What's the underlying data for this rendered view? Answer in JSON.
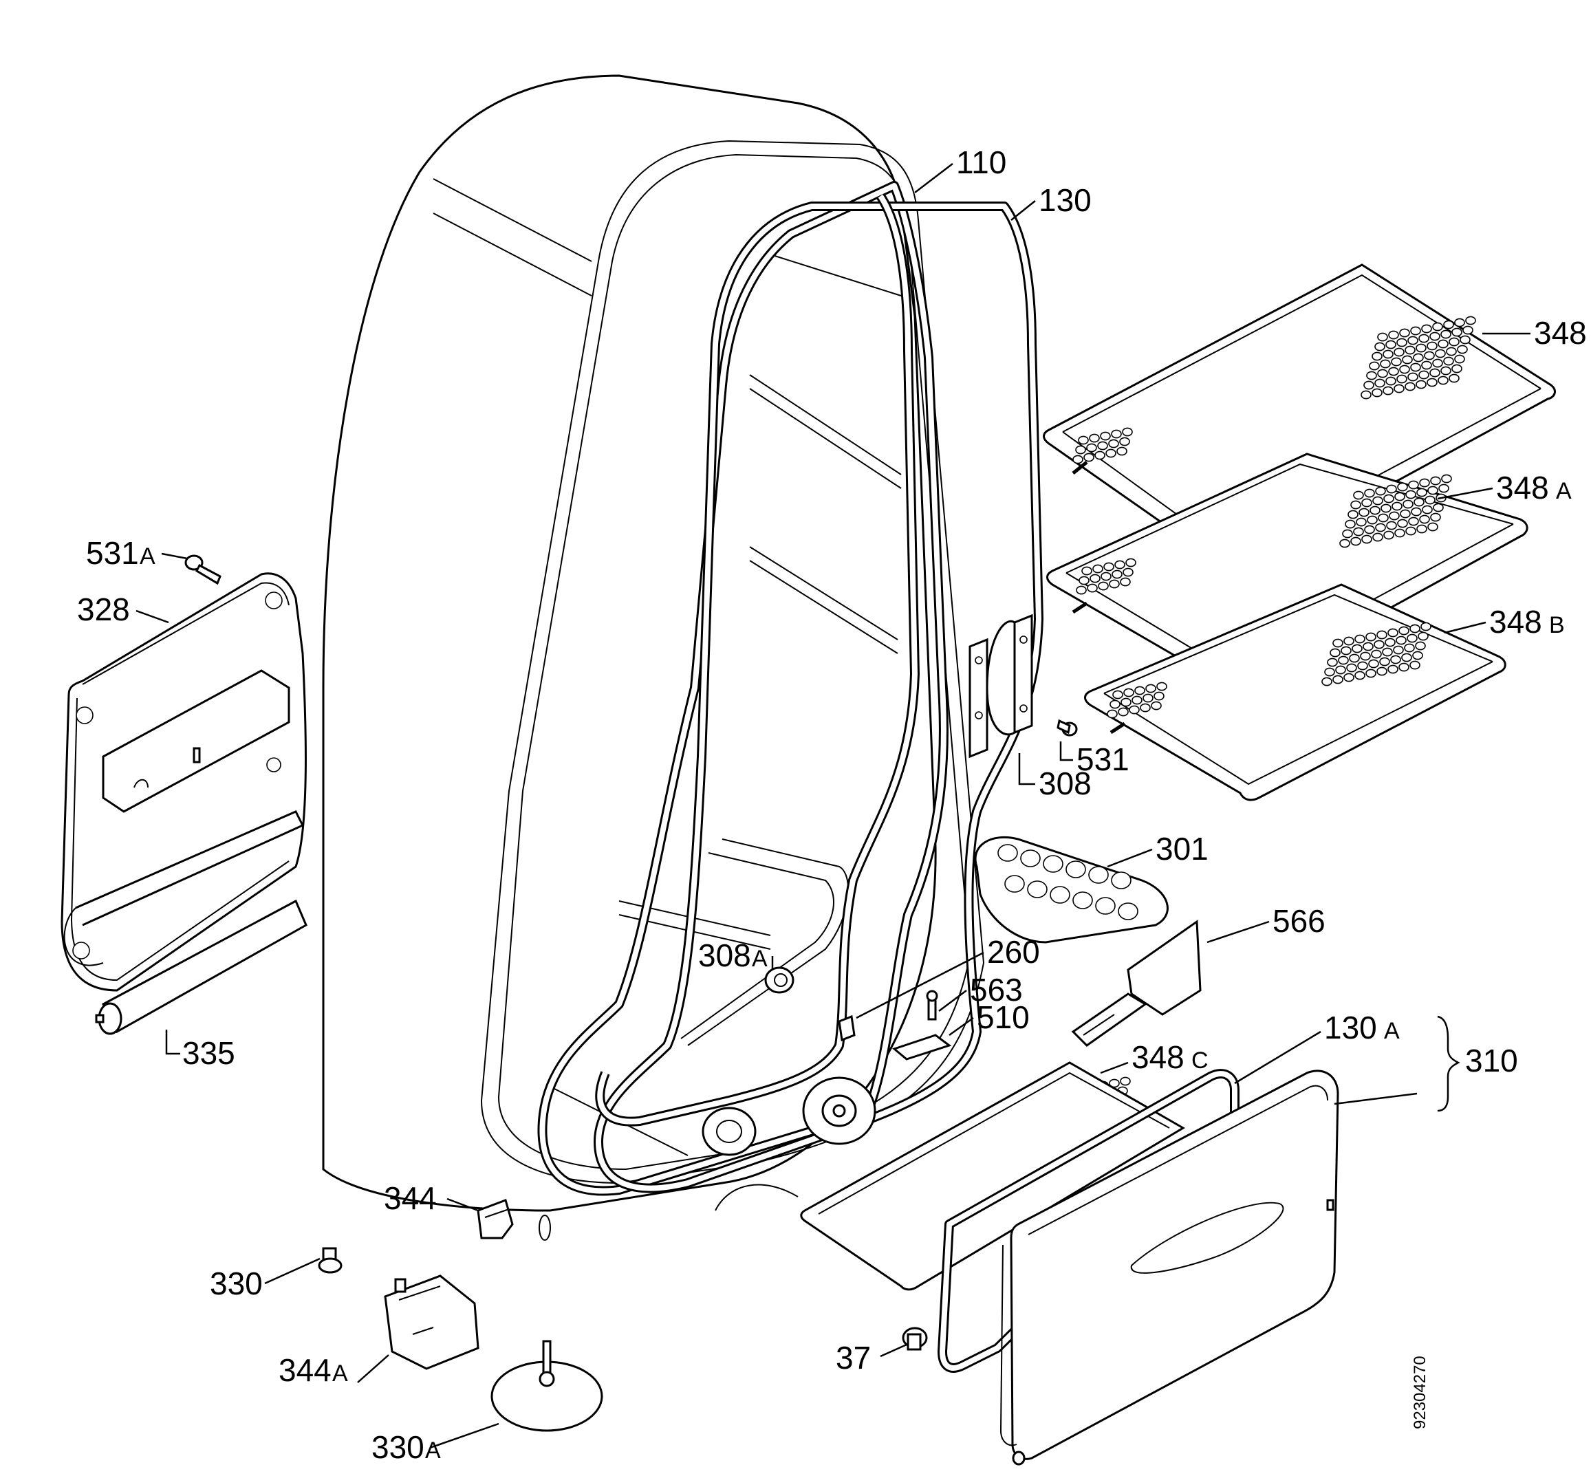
{
  "diagram": {
    "drawing_number": "92304270",
    "callouts": {
      "c110": "110",
      "c130": "130",
      "c348": "348",
      "c348a": "348",
      "c348a_suffix": "A",
      "c348b": "348",
      "c348b_suffix": "B",
      "c531a": "531",
      "c531a_suffix": "A",
      "c328": "328",
      "c531": "531",
      "c308": "308",
      "c301": "301",
      "c566": "566",
      "c308a": "308",
      "c308a_suffix": "A",
      "c260": "260",
      "c563": "563",
      "c510": "510",
      "c335": "335",
      "c130a": "130",
      "c130a_suffix": "A",
      "c348c": "348",
      "c348c_suffix": "C",
      "c310": "310",
      "c344": "344",
      "c330": "330",
      "c344a": "344",
      "c344a_suffix": "A",
      "c37": "37",
      "c330a": "330",
      "c330a_suffix": "A"
    }
  }
}
